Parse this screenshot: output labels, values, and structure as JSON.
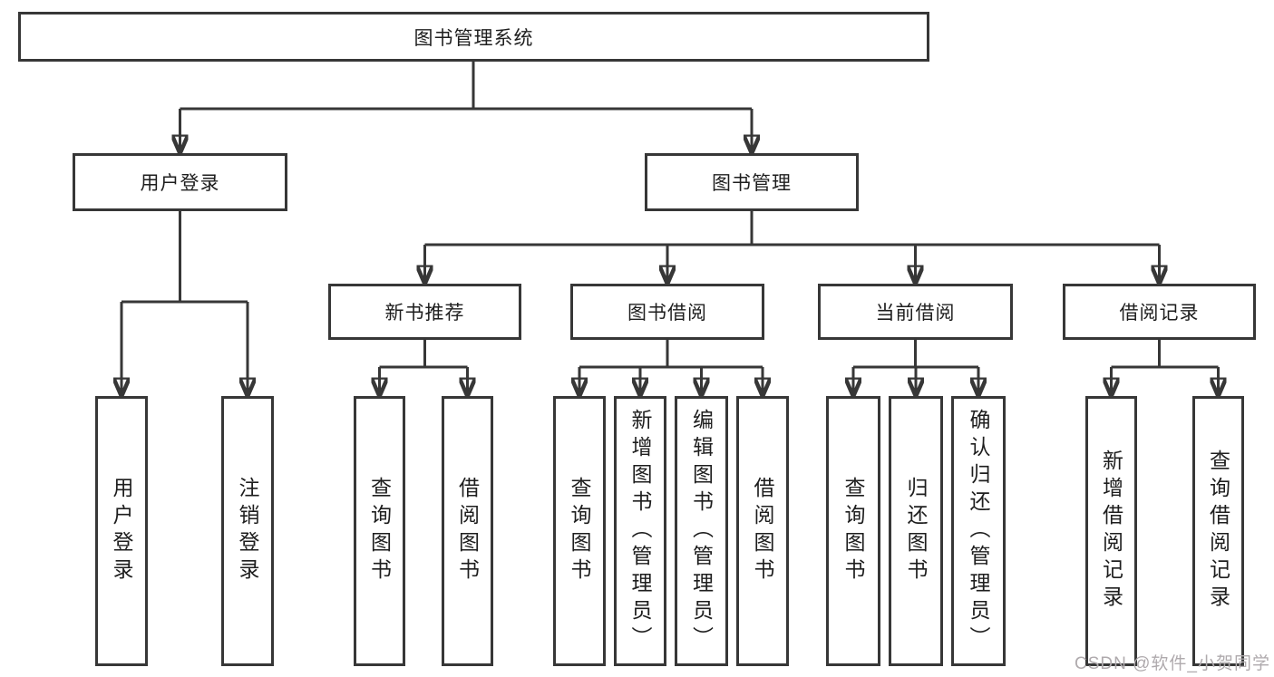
{
  "nodes": {
    "root": "图书管理系统",
    "user_login": "用户登录",
    "book_mgmt": "图书管理",
    "new_book_rec": "新书推荐",
    "book_borrow": "图书借阅",
    "current_borrow": "当前借阅",
    "borrow_records": "借阅记录",
    "leaf_user_login": "用户登录",
    "leaf_logout": "注销登录",
    "leaf_rec_query": "查询图书",
    "leaf_rec_borrow": "借阅图书",
    "leaf_bb_query": "查询图书",
    "leaf_bb_add": "新增图书（管理员）",
    "leaf_bb_edit": "编辑图书（管理员）",
    "leaf_bb_borrow": "借阅图书",
    "leaf_cb_query": "查询图书",
    "leaf_cb_return": "归还图书",
    "leaf_cb_confirm": "确认归还（管理员）",
    "leaf_br_add": "新增借阅记录",
    "leaf_br_query": "查询借阅记录"
  },
  "watermark": "CSDN @软件_小贺同学",
  "colors": {
    "line": "#373737",
    "text": "#1e1e1e",
    "watermark": "#afaaad",
    "background": "#ffffff"
  }
}
